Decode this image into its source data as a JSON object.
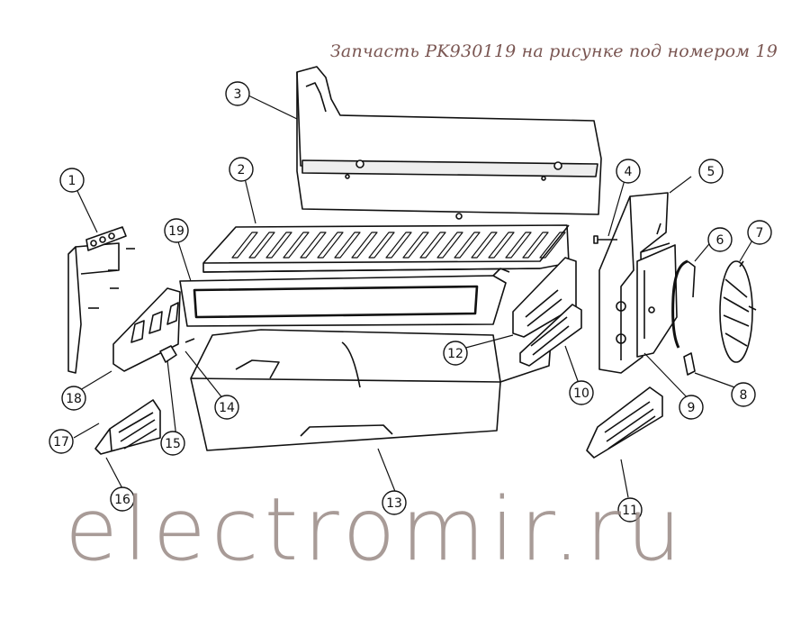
{
  "caption": "Запчасть PK930119 на рисунке под номером 19",
  "watermark": "electromir.ru",
  "callouts": [
    {
      "label": "1"
    },
    {
      "label": "2"
    },
    {
      "label": "3"
    },
    {
      "label": "4"
    },
    {
      "label": "5"
    },
    {
      "label": "6"
    },
    {
      "label": "7"
    },
    {
      "label": "8"
    },
    {
      "label": "9"
    },
    {
      "label": "10"
    },
    {
      "label": "11"
    },
    {
      "label": "12"
    },
    {
      "label": "13"
    },
    {
      "label": "14"
    },
    {
      "label": "15"
    },
    {
      "label": "16"
    },
    {
      "label": "17"
    },
    {
      "label": "18"
    },
    {
      "label": "19"
    }
  ]
}
